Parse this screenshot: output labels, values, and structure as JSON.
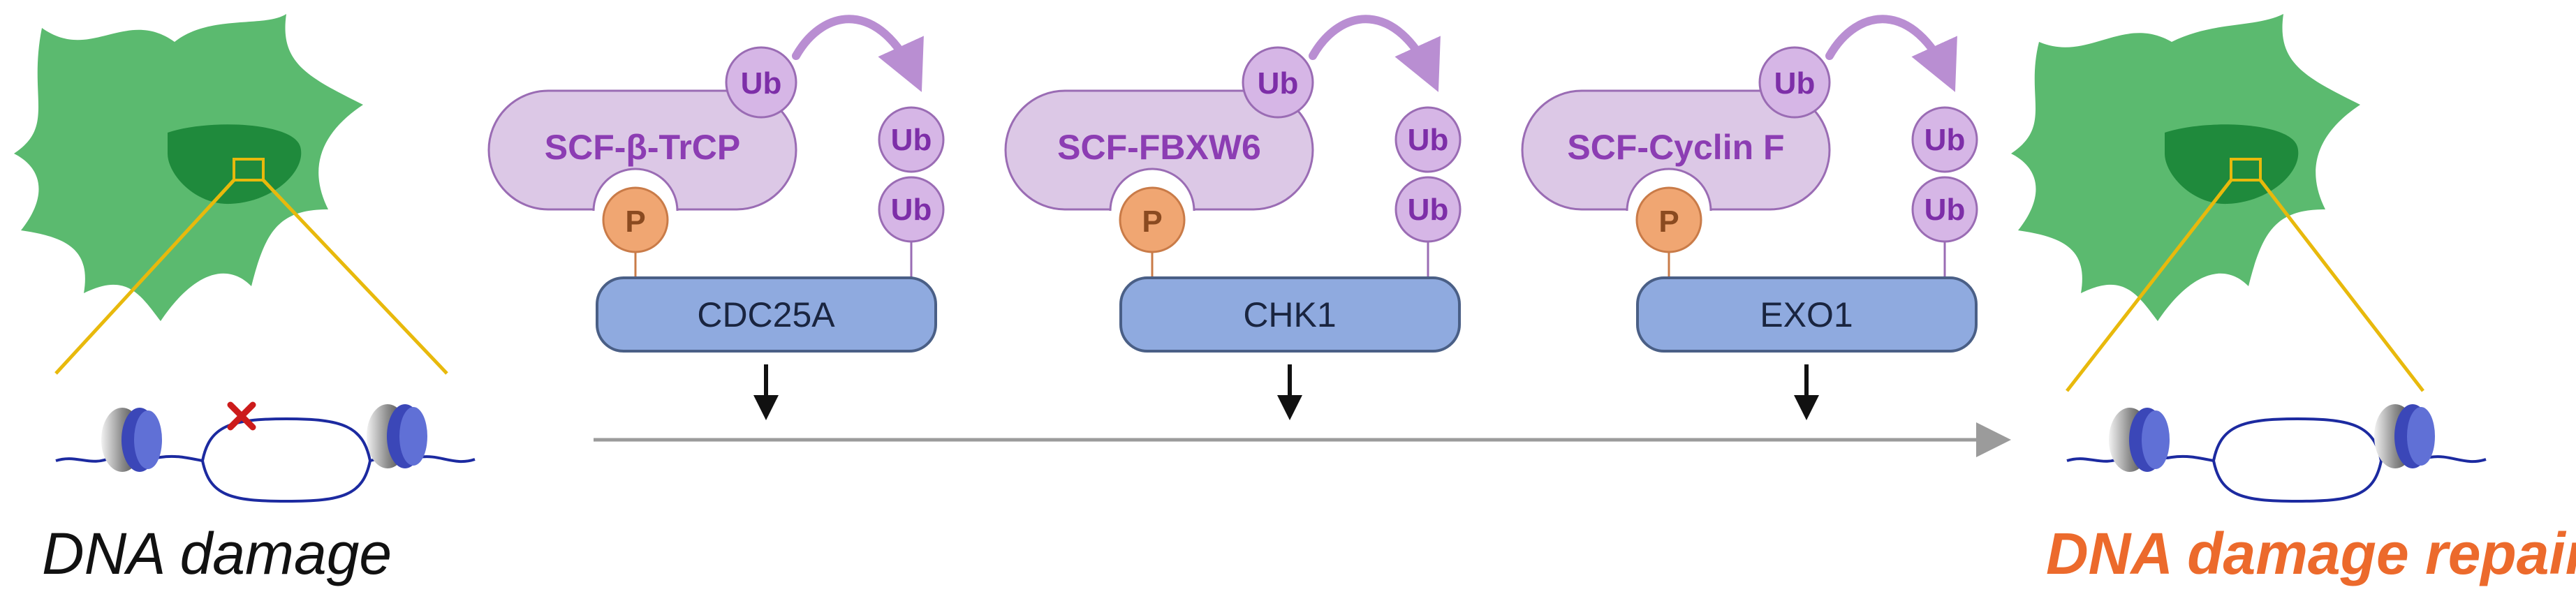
{
  "colors": {
    "cell": "#5bba6f",
    "nucleus": "#1f8a3c",
    "zoom_line": "#e8b90c",
    "ligase_fill": "#dcc8e6",
    "ligase_stroke": "#9a6cb4",
    "ligase_text": "#8c3db3",
    "ub_fill": "#d6b6e6",
    "ub_text": "#7d2ea8",
    "substrate_fill": "#8faadf",
    "substrate_stroke": "#4a5f86",
    "p_fill": "#f0a672",
    "p_text": "#8a4a20",
    "arrow_curve": "#b98ed2",
    "timeline": "#9b9b9b",
    "dna": "#1c2aa0",
    "damage_mark": "#cc1b1b",
    "repair_text": "#ec6a2c"
  },
  "panels": [
    {
      "ligase": "SCF-β-TrCP",
      "substrate": "CDC25A"
    },
    {
      "ligase": "SCF-FBXW6",
      "substrate": "CHK1"
    },
    {
      "ligase": "SCF-Cyclin F",
      "substrate": "EXO1"
    }
  ],
  "ub_label": "Ub",
  "p_label": "P",
  "captions": {
    "left": "DNA damage",
    "right": "DNA damage repair"
  }
}
